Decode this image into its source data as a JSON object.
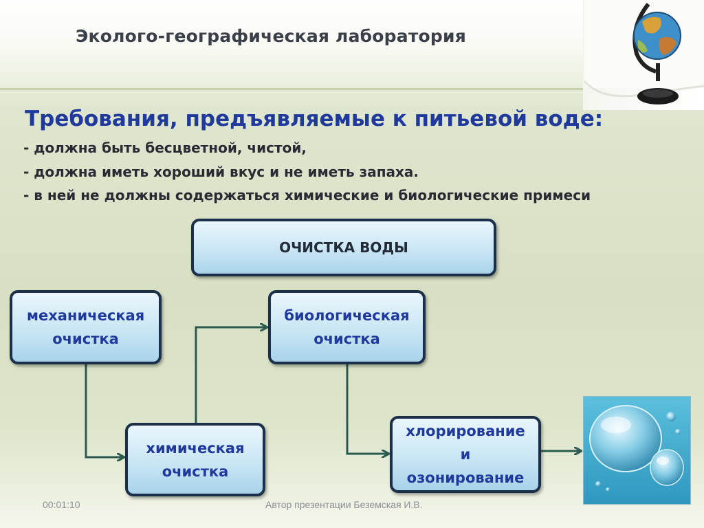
{
  "header": {
    "title": "Эколого-географическая лаборатория"
  },
  "requirements": {
    "heading": "Требования, предъявляемые к питьевой воде:",
    "items": [
      "- должна быть бесцветной, чистой,",
      "- должна иметь хороший вкус и не иметь запаха.",
      "- в ней не должны содержаться химические и биологические примеси"
    ]
  },
  "diagram": {
    "main_label": "ОЧИСТКА ВОДЫ",
    "mechanical": [
      "механическая",
      "очистка"
    ],
    "chemical": [
      "химическая",
      "очистка"
    ],
    "biological": [
      "биологическая",
      "очистка"
    ],
    "chlorination": [
      "хлорирование",
      "и",
      "озонирование"
    ]
  },
  "footer": {
    "time": "00:01:10",
    "author": "Автор презентации Беземская И.В."
  }
}
